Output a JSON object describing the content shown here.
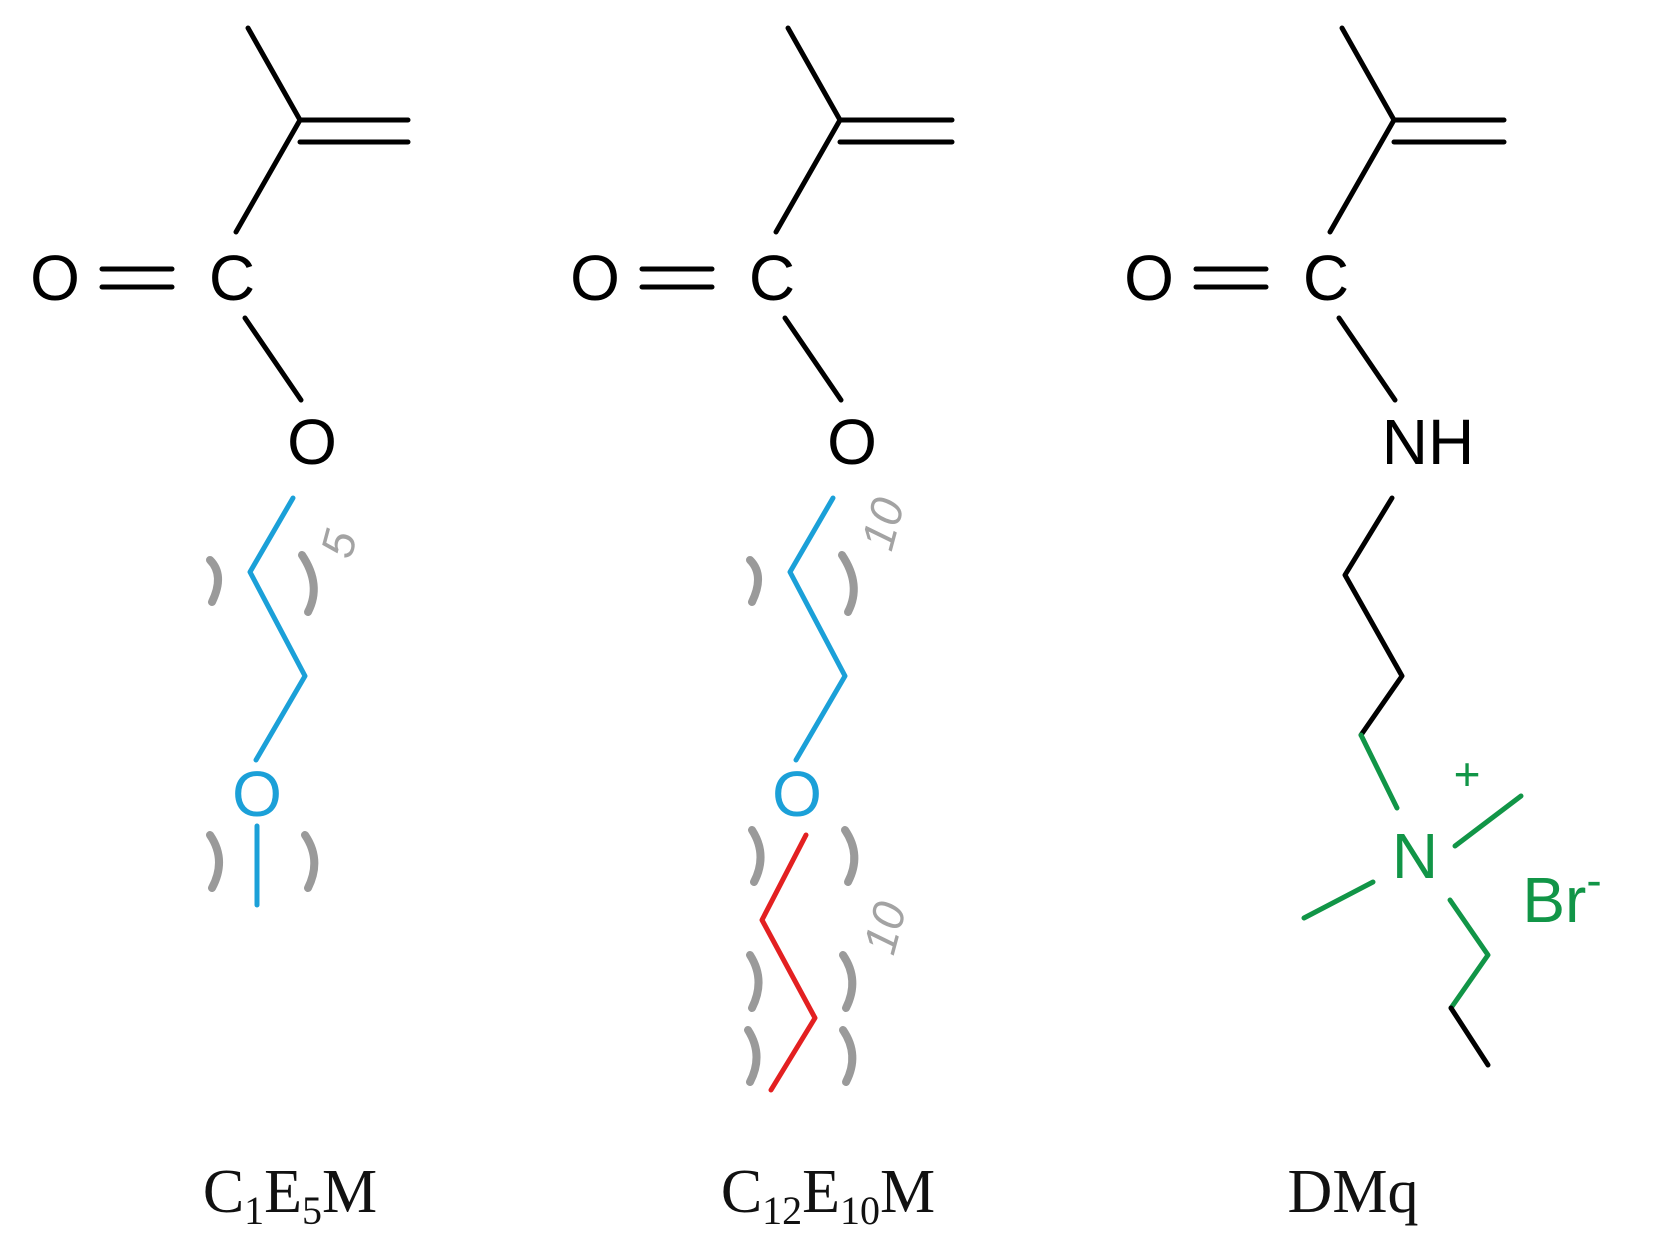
{
  "colors": {
    "backbone": "#000000",
    "eo_unit": "#1ba0d8",
    "alkyl_unit": "#e32021",
    "cationic_group": "#119547",
    "repeat_bracket": "#9a9a9a",
    "repeat_index": "#a3a3a3"
  },
  "molecules": [
    {
      "name_main": "C",
      "name_sub1": "1",
      "name_mid": "E",
      "name_sub2": "5",
      "name_end": "M",
      "atom_carbonyl_o": "O",
      "atom_carbonyl_c": "C",
      "atom_ester_o": "O",
      "atom_ether_o": "O",
      "repeat_index": "5"
    },
    {
      "name_main": "C",
      "name_sub1": "12",
      "name_mid": "E",
      "name_sub2": "10",
      "name_end": "M",
      "atom_carbonyl_o": "O",
      "atom_carbonyl_c": "C",
      "atom_ester_o": "O",
      "atom_ether_o": "O",
      "repeat_index_eo": "10",
      "repeat_index_alkyl": "10"
    },
    {
      "name": "DMq",
      "atom_carbonyl_o": "O",
      "atom_carbonyl_c": "C",
      "atom_amide": "NH",
      "atom_quat_n": "N",
      "charge_plus": "+",
      "counterion": "Br",
      "charge_minus": "-"
    }
  ]
}
